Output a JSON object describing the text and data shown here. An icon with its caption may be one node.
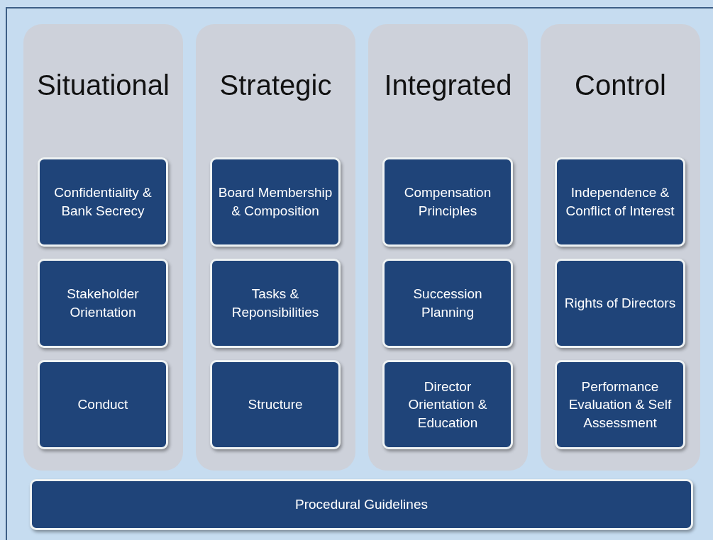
{
  "diagram": {
    "nodes": [
      {
        "text": [
          "Situational"
        ]
      },
      {
        "text": [
          "Confidentiality & Bank Secrecy"
        ],
        "in": 0
      },
      {
        "text": [
          "Stakeholder Orientation"
        ],
        "in": 0
      },
      {
        "text": [
          "Conduct"
        ],
        "in": 0
      },
      {
        "text": [
          "Strategic"
        ]
      },
      {
        "text": [
          "Board Membership & Composition"
        ],
        "in": 4
      },
      {
        "text": [
          "Tasks & Reponsibilities"
        ],
        "in": 4
      },
      {
        "text": [
          "Structure"
        ],
        "in": 4
      },
      {
        "text": [
          "Integrated"
        ]
      },
      {
        "text": [
          "Compensation Principles"
        ],
        "in": 8
      },
      {
        "text": [
          "Succession Planning"
        ],
        "in": 8
      },
      {
        "text": [
          "Director Orientation & Education"
        ],
        "in": 8
      },
      {
        "text": [
          "Control"
        ]
      },
      {
        "text": [
          "Independence & Conflict of Interest"
        ],
        "in": 12
      },
      {
        "text": [
          "Rights of Directors"
        ],
        "in": 12
      },
      {
        "text": [
          "Performance Evaluation & Self Assessment"
        ],
        "in": 12
      },
      {
        "text": [
          "Procedural Guidelines"
        ]
      }
    ]
  }
}
